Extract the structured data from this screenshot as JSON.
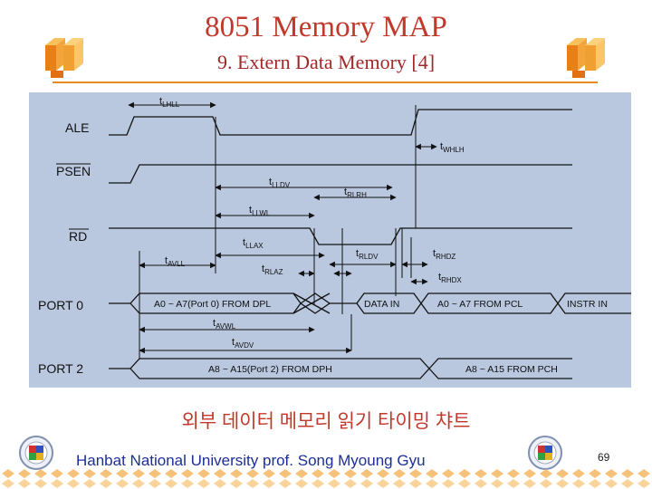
{
  "title": "8051 Memory MAP",
  "subtitle": "9. Extern Data Memory [4]",
  "caption": "외부 데이터 메모리 읽기 타이밍 챠트",
  "footer": "Hanbat National University prof. Song Myoung Gyu",
  "page_number": "69",
  "colors": {
    "title": "#c0392b",
    "rule": "#e08b23",
    "panel": "#b9c7df",
    "footer": "#1c2f97",
    "accent_orange": "#f39c12"
  },
  "diagram": {
    "signals": {
      "ale": "ALE",
      "psen": "PSEN",
      "rd": "RD",
      "port0": "PORT  0",
      "port2": "PORT  2"
    },
    "port0_fields": {
      "addr_low": "A0 ~ A7(Port 0)  FROM  DPL",
      "data_in": "DATA  IN",
      "addr_pcl": "A0 ~ A7  FROM  PCL",
      "instr_in": "INSTR  IN"
    },
    "port2_fields": {
      "addr_high": "A8 ~ A15(Port 2)  FROM  DPH",
      "addr_pch": "A8 ~ A15  FROM  PCH"
    },
    "timing_params": [
      {
        "main": "t",
        "sub": "LHLL"
      },
      {
        "main": "t",
        "sub": "WHLH"
      },
      {
        "main": "t",
        "sub": "LLDV"
      },
      {
        "main": "t",
        "sub": "RLRH"
      },
      {
        "main": "t",
        "sub": "LLWL"
      },
      {
        "main": "t",
        "sub": "LLAX"
      },
      {
        "main": "t",
        "sub": "RLDV"
      },
      {
        "main": "t",
        "sub": "RHDZ"
      },
      {
        "main": "t",
        "sub": "AVLL"
      },
      {
        "main": "t",
        "sub": "RLAZ"
      },
      {
        "main": "t",
        "sub": "RHDX"
      },
      {
        "main": "t",
        "sub": "AVWL"
      },
      {
        "main": "t",
        "sub": "AVDV"
      }
    ]
  }
}
